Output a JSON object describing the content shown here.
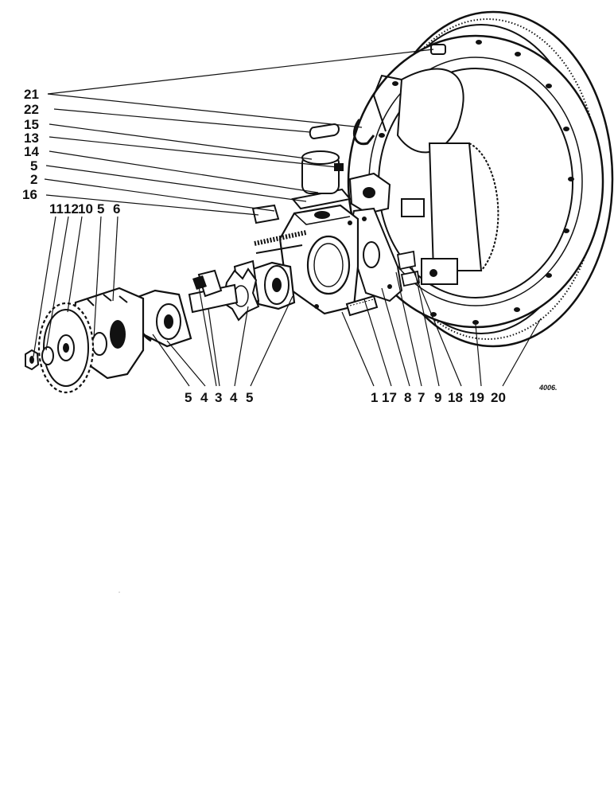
{
  "diagram": {
    "reference_code": "4006.",
    "callouts": {
      "c21": "21",
      "c22": "22",
      "c15": "15",
      "c13": "13",
      "c14": "14",
      "c5_top": "5",
      "c2": "2",
      "c16": "16",
      "c11": "11",
      "c12": "12",
      "c10": "10",
      "c5_left": "5",
      "c6": "6",
      "b5a": "5",
      "b4a": "4",
      "b3": "3",
      "b4b": "4",
      "b5b": "5",
      "b1": "1",
      "b17": "17",
      "b8": "8",
      "b7": "7",
      "b9": "9",
      "b18": "18",
      "b19": "19",
      "b20": "20"
    }
  }
}
